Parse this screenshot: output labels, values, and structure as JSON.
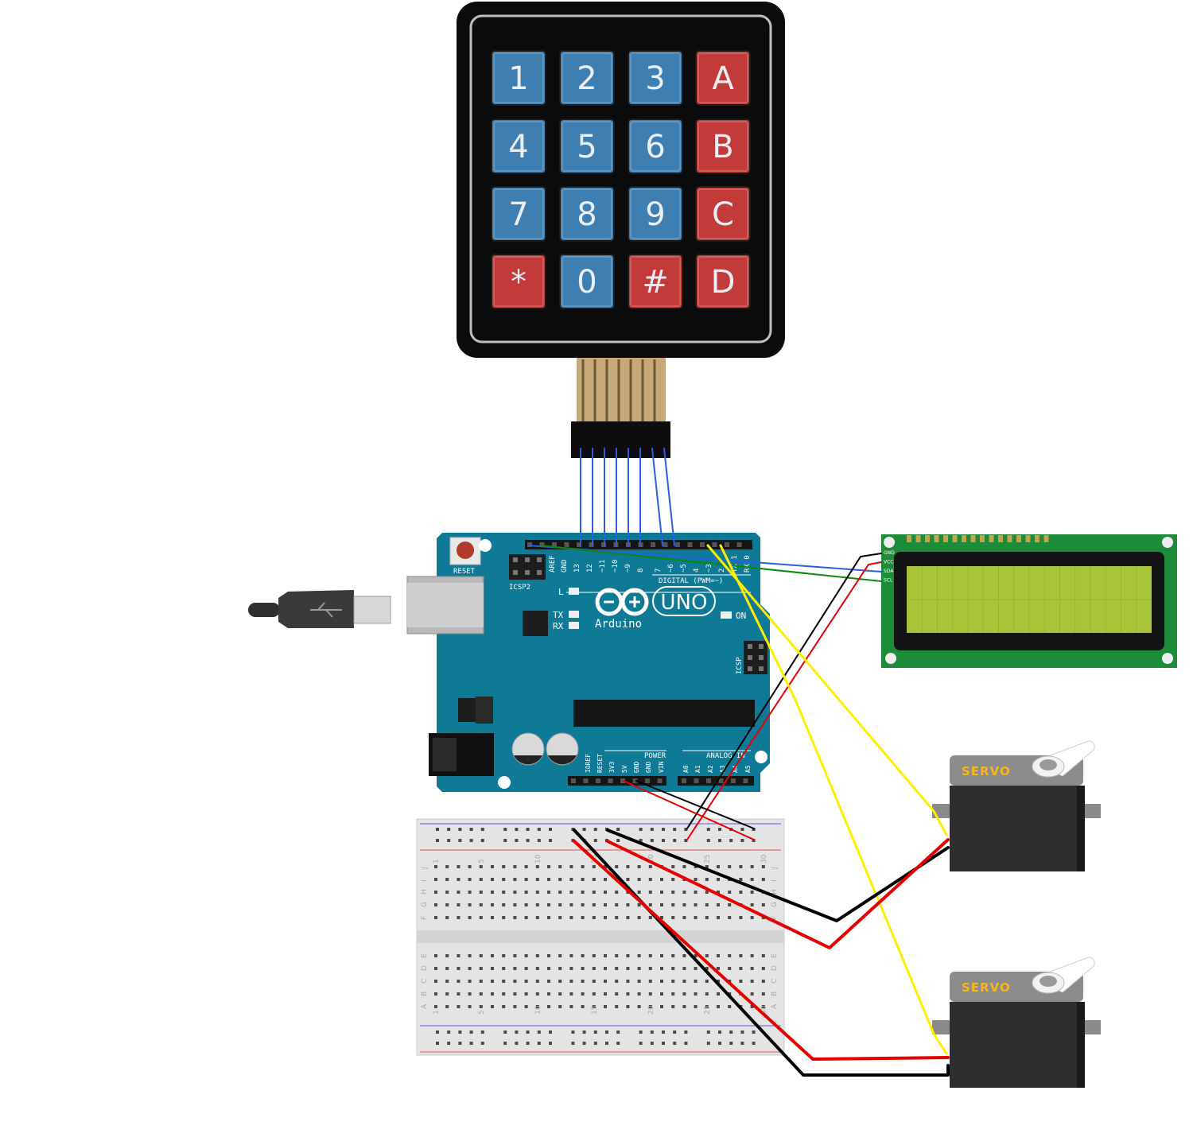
{
  "keypad": {
    "keys": [
      {
        "label": "1",
        "kind": "num"
      },
      {
        "label": "2",
        "kind": "num"
      },
      {
        "label": "3",
        "kind": "num"
      },
      {
        "label": "A",
        "kind": "fn"
      },
      {
        "label": "4",
        "kind": "num"
      },
      {
        "label": "5",
        "kind": "num"
      },
      {
        "label": "6",
        "kind": "num"
      },
      {
        "label": "B",
        "kind": "fn"
      },
      {
        "label": "7",
        "kind": "num"
      },
      {
        "label": "8",
        "kind": "num"
      },
      {
        "label": "9",
        "kind": "num"
      },
      {
        "label": "C",
        "kind": "fn"
      },
      {
        "label": "*",
        "kind": "fn"
      },
      {
        "label": "0",
        "kind": "num"
      },
      {
        "label": "#",
        "kind": "fn"
      },
      {
        "label": "D",
        "kind": "fn"
      }
    ]
  },
  "arduino": {
    "reset_label": "RESET",
    "icsp2_label": "ICSP2",
    "icsp_label": "ICSP",
    "brand": "Arduino",
    "model": "UNO",
    "digital_label": "DIGITAL (PWM=~)",
    "l_label": "L",
    "tx_label": "TX",
    "rx_label": "RX",
    "on_label": "ON",
    "power_label": "POWER",
    "analog_label": "ANALOG IN",
    "top_pins": [
      "AREF",
      "GND",
      "13",
      "12",
      "~11",
      "~10",
      "~9",
      "8",
      "7",
      "~6",
      "~5",
      "4",
      "~3",
      "2",
      "TX 1",
      "RX 0"
    ],
    "power_pins": [
      "IOREF",
      "RESET",
      "3V3",
      "5V",
      "GND",
      "GND",
      "VIN"
    ],
    "analog_pins": [
      "A0",
      "A1",
      "A2",
      "A3",
      "A4",
      "A5"
    ]
  },
  "lcd": {
    "pins": [
      "GND",
      "VCC",
      "SDA",
      "SCL"
    ]
  },
  "breadboard": {
    "col_numbers": [
      "1",
      "5",
      "10",
      "15",
      "20",
      "25",
      "30"
    ],
    "row_letters_top": [
      "J",
      "I",
      "H",
      "G",
      "F"
    ],
    "row_letters_bottom": [
      "E",
      "D",
      "C",
      "B",
      "A"
    ]
  },
  "servos": [
    {
      "label": "SERVO"
    },
    {
      "label": "SERVO"
    }
  ],
  "colors": {
    "keypad_num": "#3e7eb0",
    "keypad_fn": "#c23a3a",
    "board": "#0f7a96",
    "lcd_pcb": "#1c8b3a",
    "lcd_screen": "#a8c53a",
    "wire_blue": "#2b5fe0",
    "wire_red": "#e60000",
    "wire_black": "#000000",
    "wire_yellow": "#ffee00",
    "wire_green": "#0a8a0a"
  }
}
